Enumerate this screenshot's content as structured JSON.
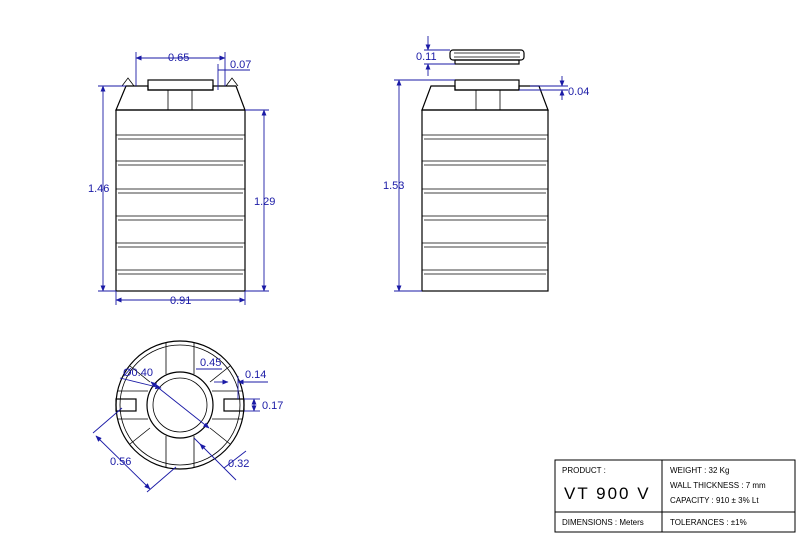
{
  "drawing": {
    "front_view": {
      "dim_top_width": "0.65",
      "dim_neck": "0.07",
      "dim_total_height": "1.46",
      "dim_body_height": "1.29",
      "dim_diameter": "0.91"
    },
    "side_view": {
      "dim_lid": "0.11",
      "dim_neck": "0.04",
      "dim_total_height": "1.53"
    },
    "top_view": {
      "dim_opening": "0.45",
      "dim_inner": "Ø0.40",
      "dim_tab": "0.14",
      "dim_tab_height": "0.17",
      "dim_outer": "0.56",
      "dim_offset": "0.32"
    }
  },
  "title_block": {
    "product_label": "PRODUCT :",
    "product_name": "VT 900 V",
    "dimensions_label": "DIMENSIONS : Meters",
    "weight": "WEIGHT : 32 Kg",
    "wall_thickness": "WALL THICKNESS : 7 mm",
    "capacity": "CAPACITY : 910 ± 3% Lt",
    "tolerances": "TOLERANCES : ±1%"
  },
  "colors": {
    "dimension": "#1a1aa6",
    "object": "#000000"
  }
}
